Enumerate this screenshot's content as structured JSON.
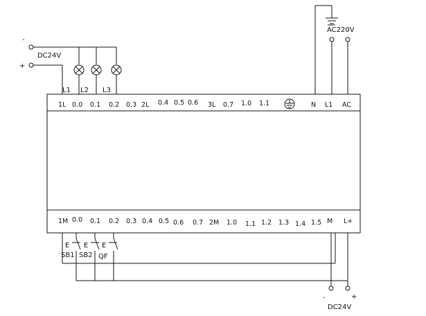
{
  "plc": {
    "top_terminals": [
      "1L",
      "0.0",
      "0.1",
      "0.2",
      "0.3",
      "2L",
      "0.4",
      "0.5",
      "0.6",
      "3L",
      "0.7",
      "1.0",
      "1.1",
      "",
      "N",
      "L1",
      "AC"
    ],
    "bottom_terminals": [
      "1M",
      "0.0",
      "0.1",
      "0.2",
      "0.3",
      "0.4",
      "0.5",
      "0.6",
      "0.7",
      "2M",
      "1.0",
      "1.1",
      "1.2",
      "1.3",
      "1.4",
      "1.5",
      "M",
      "L+"
    ]
  },
  "output_supply": {
    "label": "DC24V",
    "minus": "-",
    "plus": "+"
  },
  "lamps": [
    {
      "label": "L1"
    },
    {
      "label": "L2"
    },
    {
      "label": "L3"
    }
  ],
  "ac_supply": {
    "label": "AC220V"
  },
  "input_switches": [
    {
      "label": "SB1",
      "symbol": "E"
    },
    {
      "label": "SB2",
      "symbol": "E"
    },
    {
      "label": "QF",
      "symbol": "E"
    }
  ],
  "sensor_supply": {
    "label": "DC24V",
    "minus": "-",
    "plus": "+"
  }
}
